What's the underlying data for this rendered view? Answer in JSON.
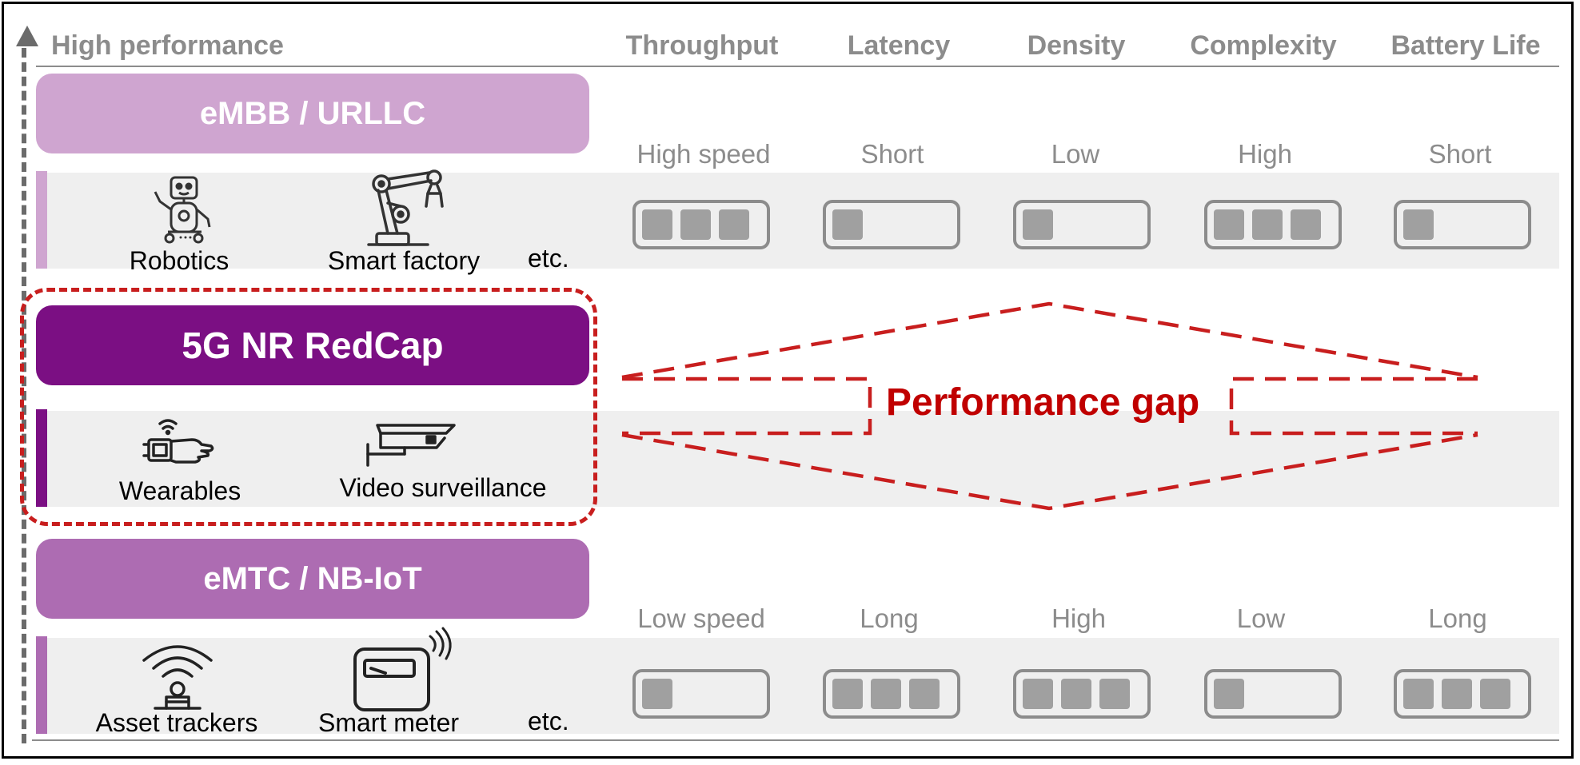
{
  "axis_title": "High performance",
  "columns": [
    "Throughput",
    "Latency",
    "Density",
    "Complexity",
    "Battery Life"
  ],
  "banners": {
    "embb": "eMBB / URLLC",
    "redcap": "5G NR RedCap",
    "emtc": "eMTC / NB-IoT"
  },
  "usecases": {
    "top": [
      "Robotics",
      "Smart factory",
      "etc."
    ],
    "middle": [
      "Wearables",
      "Video surveillance"
    ],
    "bottom": [
      "Asset trackers",
      "Smart meter",
      "etc."
    ]
  },
  "top_levels": [
    "High speed",
    "Short",
    "Low",
    "High",
    "Short"
  ],
  "bottom_levels": [
    "Low speed",
    "Long",
    "High",
    "Low",
    "Long"
  ],
  "top_meters": [
    3,
    1,
    1,
    3,
    1
  ],
  "bottom_meters": [
    1,
    3,
    3,
    1,
    3
  ],
  "meter_max": 3,
  "gap_label": "Performance gap",
  "colors": {
    "embb": "#cfa5d0",
    "redcap": "#7b0f83",
    "emtc": "#ad6cb2",
    "gap": "#c00000",
    "text_grey": "#8c8c8c"
  },
  "icons": {
    "robotics": "robot-icon",
    "smart_factory": "robot-arm-icon",
    "wearables": "smartwatch-icon",
    "video_surveillance": "security-camera-icon",
    "asset_trackers": "tracker-beacon-icon",
    "smart_meter": "smart-meter-icon"
  }
}
